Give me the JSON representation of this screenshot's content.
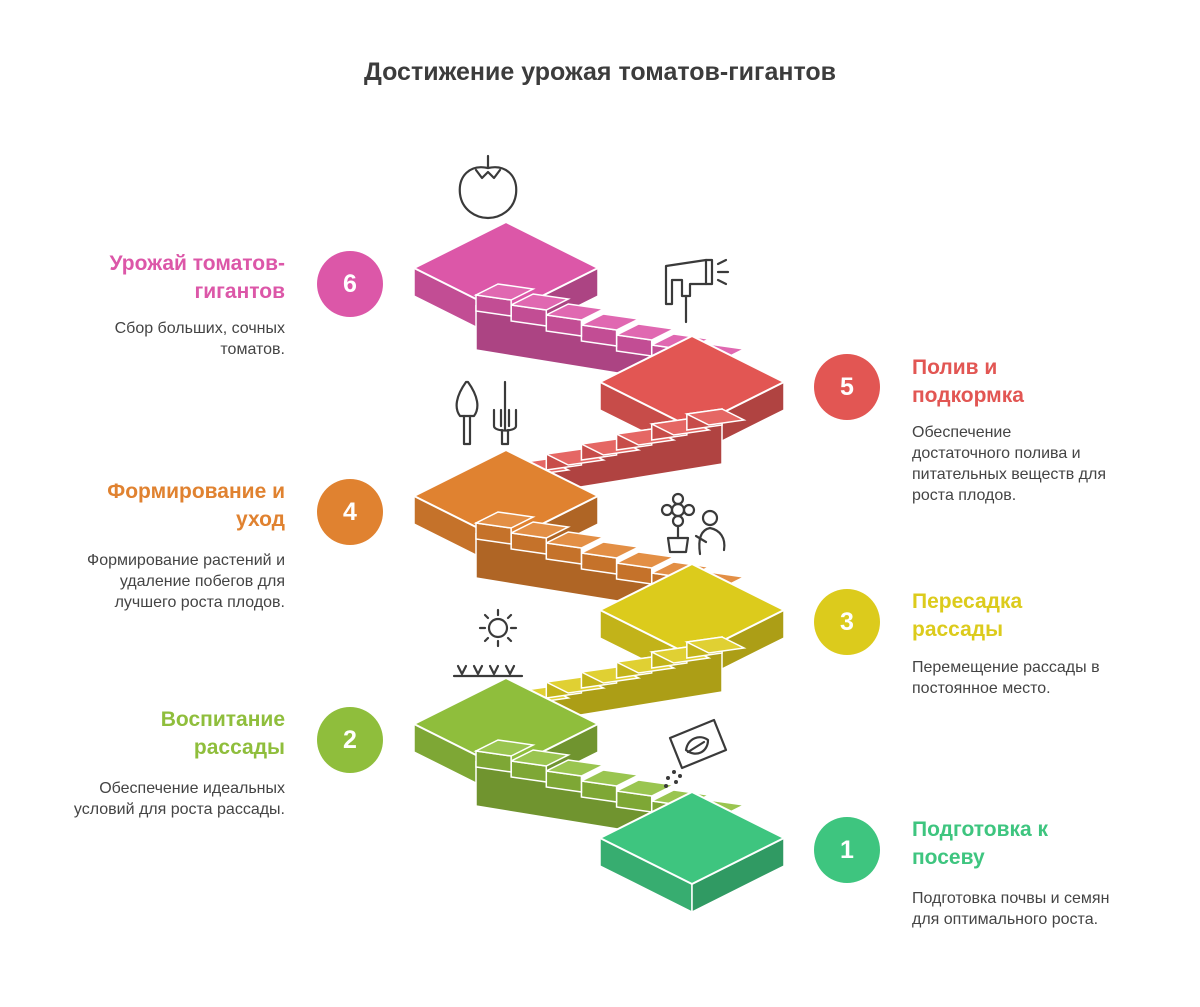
{
  "title": "Достижение урожая томатов-гигантов",
  "steps": [
    {
      "number": "1",
      "title": "Подготовка к посеву",
      "description": "Подготовка почвы и семян для оптимального роста.",
      "color": "#3ec57f",
      "icon": "seed-packet-icon"
    },
    {
      "number": "2",
      "title": "Воспитание рассады",
      "description": "Обеспечение идеальных условий для роста рассады.",
      "color": "#8fbe3c",
      "icon": "sun-sprouts-icon"
    },
    {
      "number": "3",
      "title": "Пересадка рассады",
      "description": "Перемещение рассады в постоянное место.",
      "color": "#dccb1c",
      "icon": "gardener-flower-icon"
    },
    {
      "number": "4",
      "title": "Формирование и уход",
      "description": "Формирование растений и удаление побегов для лучшего роста плодов.",
      "color": "#e08230",
      "icon": "trowel-fork-icon"
    },
    {
      "number": "5",
      "title": "Полив и подкормка",
      "description": "Обеспечение достаточного полива и питательных веществ для роста плодов.",
      "color": "#e25653",
      "icon": "spray-nozzle-icon"
    },
    {
      "number": "6",
      "title": "Урожай томатов-гигантов",
      "description": "Сбор больших, сочных томатов.",
      "color": "#dc57a8",
      "icon": "tomato-icon"
    }
  ]
}
